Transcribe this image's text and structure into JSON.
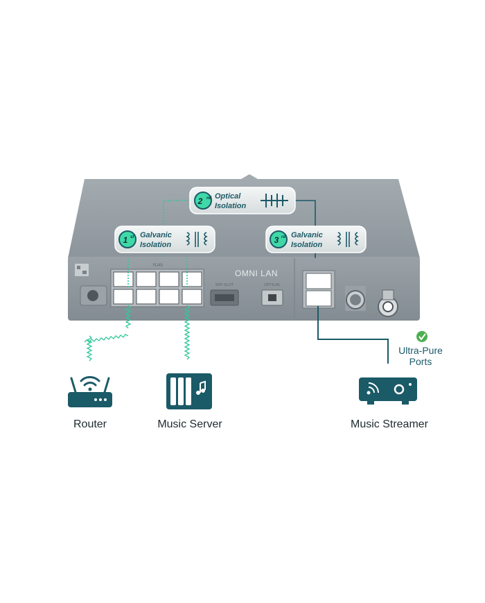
{
  "device": {
    "brand": "OMNI LAN",
    "port_group_label": "RJ45",
    "sfp_label": "SFP SLOT",
    "optical_label": "OPTICAL"
  },
  "isolation": [
    {
      "ordinal_num": "1",
      "ordinal_suffix": "st",
      "line1": "Galvanic",
      "line2": "Isolation"
    },
    {
      "ordinal_num": "2",
      "ordinal_suffix": "nd",
      "line1": "Optical",
      "line2": "Isolation"
    },
    {
      "ordinal_num": "3",
      "ordinal_suffix": "rd",
      "line1": "Galvanic",
      "line2": "Isolation"
    }
  ],
  "callout": {
    "line1": "Ultra-Pure",
    "line2": "Ports"
  },
  "endpoints": [
    {
      "label": "Router",
      "icon": "router-icon"
    },
    {
      "label": "Music Server",
      "icon": "music-server-icon"
    },
    {
      "label": "Music Streamer",
      "icon": "music-streamer-icon"
    }
  ],
  "colors": {
    "accent_teal": "#1b5a67",
    "badge_green": "#3fd9a8",
    "signal_green": "#2fc79a",
    "check_green": "#4caf50",
    "device_gray": "#8a9399"
  }
}
